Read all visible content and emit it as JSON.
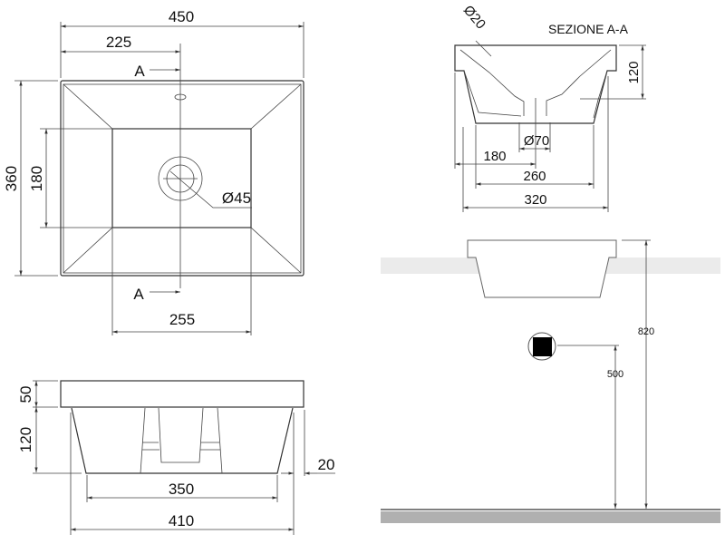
{
  "top_view": {
    "width": "450",
    "half_width": "225",
    "section_mark_top": "A",
    "section_mark_bottom": "A",
    "depth": "360",
    "inner_depth": "180",
    "inner_width": "255",
    "drain_diameter": "Ø45"
  },
  "section": {
    "title": "SEZIONE A-A",
    "overflow_diameter": "Ø20",
    "height": "120",
    "drain_diameter": "Ø70",
    "drain_offset": "180",
    "base_width": "260",
    "width": "320"
  },
  "front_view": {
    "rim_height": "50",
    "bowl_height": "120",
    "base_width": "350",
    "width": "410",
    "overhang": "20"
  },
  "installation": {
    "basin_height": "820",
    "waste_height": "500"
  }
}
